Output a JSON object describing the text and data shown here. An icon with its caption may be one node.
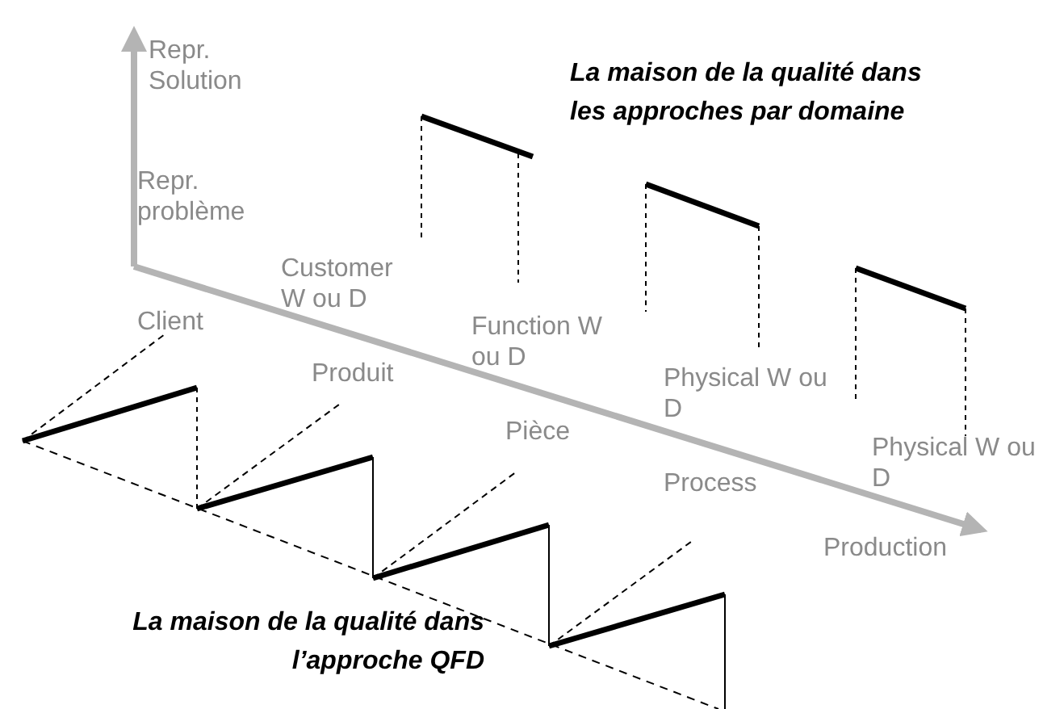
{
  "diagram": {
    "labels": [
      "Repr. Solution",
      "La maison de la qualité dans les approches par domaine",
      "Repr. problème",
      "Customer W ou D",
      "Client",
      "Function W ou D",
      "Produit",
      "Physical W ou D",
      "Pièce",
      "Physical W ou D",
      "Process",
      "Production",
      "La maison de la qualité dans l’approche QFD"
    ]
  }
}
